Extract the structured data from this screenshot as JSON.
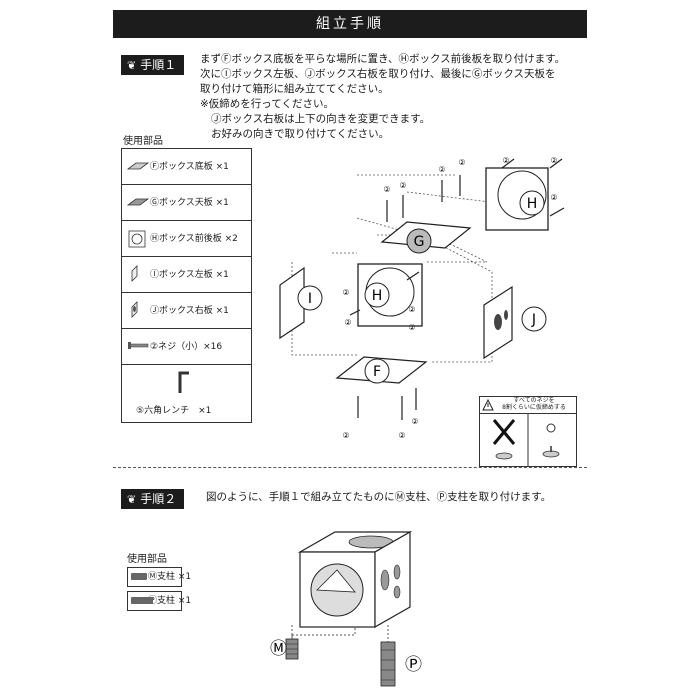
{
  "title": "組立手順",
  "step1": {
    "badge": "手順１",
    "lines": [
      "まずⒻボックス底板を平らな場所に置き、Ⓗボックス前後板を取り付けます。",
      "次にⒾボックス左板、Ⓙボックス右板を取り付け、最後にⒼボックス天板を",
      "取り付けて箱形に組み立ててください。",
      "※仮締めを行ってください。",
      "Ⓙボックス右板は上下の向きを変更できます。",
      "お好みの向きで取り付けてください。"
    ],
    "parts_title": "使用部品",
    "parts": [
      "Ⓕボックス底板 ×1",
      "Ⓖボックス天板 ×1",
      "Ⓗボックス前後板 ×2",
      "Ⓘボックス左板 ×1",
      "Ⓙボックス右板 ×1",
      "②ネジ（小）×16",
      "⑤六角レンチ　×1"
    ],
    "diagram": {
      "panel_labels": [
        "G",
        "H",
        "H",
        "I",
        "J",
        "F"
      ],
      "screw_label": "②"
    },
    "warning": {
      "line1": "すべてのネジを",
      "line2": "8割くらいに仮締めする"
    }
  },
  "step2": {
    "badge": "手順２",
    "line": "図のように、手順１で組み立てたものにⓂ支柱、Ⓟ支柱を取り付けます。",
    "parts_title": "使用部品",
    "parts": [
      "Ⓜ支柱 ×1",
      "Ⓟ支柱 ×1"
    ],
    "labels": [
      "Ⓜ",
      "Ⓟ"
    ]
  }
}
